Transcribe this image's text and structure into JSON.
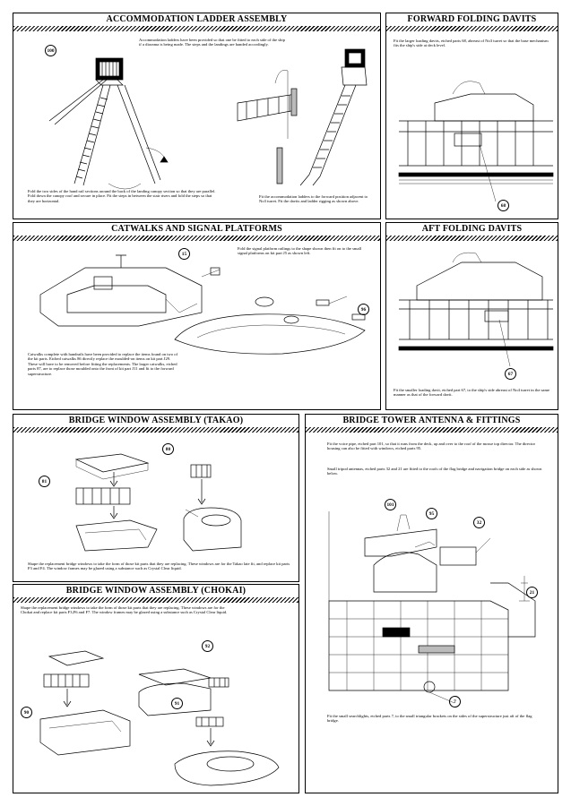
{
  "sections": {
    "accommodation": {
      "title": "ACCOMMODATION LADDER ASSEMBLY",
      "callouts": [
        "100"
      ],
      "text_top": "Accommodation ladders have been provided so that one be fitted to each side of the ship if a diorama is being made. The steps and the landings are handed accordingly.",
      "text_left": "Fold the two sides of the hand rail sections around the back of the landing canopy section so that they are parallel. Fold down the canopy roof and secure in place. Fit the steps in between the stair risers and fold the steps so that they are horizontal.",
      "text_right": "Fit the accommodation ladders to the forward position adjacent to No3 turret. Fit the davits and ladder rigging as shown above."
    },
    "forward_davits": {
      "title": "FORWARD FOLDING DAVITS",
      "text": "Fit the larger loading davits, etched parts 68, abreast of No3 turret so that the base mechanism fits the ship's side at deck level.",
      "callouts": [
        "68"
      ]
    },
    "catwalks": {
      "title": "CATWALKS AND SIGNAL PLATFORMS",
      "text_top": "Fold the signal platform railings to the shape shown then fit on to the small signal platforms on kit part J5 as shown left.",
      "text_bottom": "Catwalks complete with handrails have been provided to replace the items found on two of the kit parts. Etched catwalks 86 directly replace the moulded-on items on kit part J29. These will have to be removed before fitting the replacements. The larger catwalks, etched parts 87, are to replace those moulded onto the front of kit part J11 and fit to the forward superstructure.",
      "callouts": [
        "15",
        "96"
      ]
    },
    "aft_davits": {
      "title": "AFT FOLDING DAVITS",
      "text": "Fit the smaller loading davit, etched part 67, to the ship's side abreast of No4 turret in the same manner as that of the forward davit.",
      "callouts": [
        "67"
      ]
    },
    "bridge_takao": {
      "title": "BRIDGE WINDOW ASSEMBLY (TAKAO)",
      "text": "Shape the replacement bridge windows to take the form of those kit parts that they are replacing. These windows are for the Takao late fit, and replace kit parts F3 and F4. The window frames may be glazed using a substance such as Crystal Clear liquid.",
      "callouts": [
        "81",
        "80"
      ]
    },
    "bridge_tower": {
      "title": "BRIDGE TOWER ANTENNA & FITTINGS",
      "text_top_1": "Fit the voice pipe, etched part 101, so that it runs from the deck, up and over to the roof of the mosse top director. The director housing can also be fitted with windows, etched parts 95.",
      "text_top_2": "Small tripod antennas, etched parts 32 and 21 are fitted to the roofs of the flag bridge and navigation bridge on each side as shown below.",
      "text_bottom": "Fit the small searchlights, etched parts 7, to the small triangular brackets on the sides of the superstructure just aft of the flag bridge.",
      "callouts": [
        "101",
        "95",
        "32",
        "21",
        "7"
      ]
    },
    "bridge_chokai": {
      "title": "BRIDGE WINDOW ASSEMBLY (CHOKAI)",
      "text": "Shape the replacement bridge windows to take the form of those kit parts that they are replacing. These windows are for the Chokai and replace kit parts F3,F6 and F7. The window frames may be glazed using a substance such as Crystal Clear liquid.",
      "callouts": [
        "92",
        "90",
        "91"
      ]
    }
  }
}
